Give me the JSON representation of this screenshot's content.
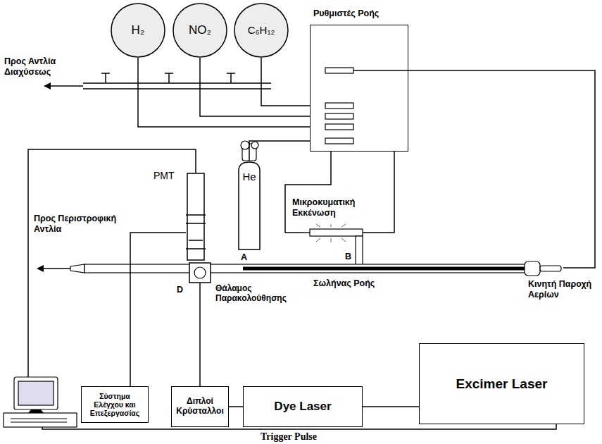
{
  "diagram": {
    "nodes": [
      {
        "text": [
          "H₂"
        ]
      },
      {
        "text": [
          "NO₂"
        ]
      },
      {
        "text": [
          "C₆H₁₂"
        ]
      },
      {
        "text": [
          "Ρυθμιστές Ροής"
        ]
      },
      {
        "text": [
          "PMT"
        ]
      },
      {
        "text": [
          "He"
        ]
      },
      {
        "text": [
          "D",
          "Θάλαμος Παρακολούθησης"
        ]
      },
      {
        "text": [
          "Σύστημα Ελέγχου και Επεξεργασίας"
        ]
      },
      {
        "text": [
          "Διπλοί Κρύσταλλοι"
        ]
      },
      {
        "text": [
          "Dye Laser"
        ]
      },
      {
        "text": [
          "Excimer Laser"
        ]
      }
    ],
    "edges": [
      {
        "from": 0,
        "to": 3,
        "arrow": "none"
      },
      {
        "from": 1,
        "to": 3,
        "arrow": "none"
      },
      {
        "from": 2,
        "to": 3,
        "arrow": "none"
      },
      {
        "from": 5,
        "to": 3,
        "arrow": "none"
      },
      {
        "from": 9,
        "to": 8,
        "arrow": "none"
      },
      {
        "from": 10,
        "to": 9,
        "arrow": "none"
      },
      {
        "from": 8,
        "to": 6,
        "arrow": "none"
      },
      {
        "from": 7,
        "to": 4,
        "arrow": "none"
      }
    ],
    "labels": [
      "Προς Αντλία Διαχύσεως",
      "Μικροκυματική Εκκένωση",
      "Προς Περιστροφική Αντλία",
      "A",
      "B",
      "Σωλήνας Ροής",
      "Κινητή Παροχή Αερίων",
      "Trigger Pulse"
    ]
  }
}
